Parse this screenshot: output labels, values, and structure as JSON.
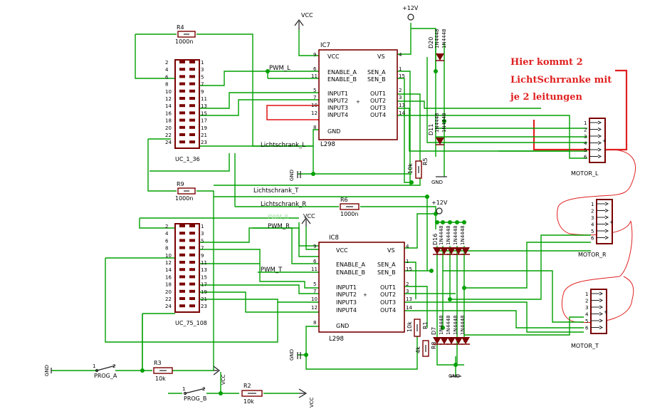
{
  "annotation": {
    "lines": [
      "Hier kommt 2",
      "LichtSchrranke mit",
      "je 2 leitungen"
    ]
  },
  "ics": {
    "ic7": {
      "ref": "IC7",
      "type": "L298",
      "pins_left": [
        {
          "num": "9",
          "name": "VCC"
        },
        {
          "num": "6",
          "name": "ENABLE_A"
        },
        {
          "num": "11",
          "name": "ENABLE_B"
        },
        {
          "num": "5",
          "name": "INPUT1"
        },
        {
          "num": "7",
          "name": "INPUT2"
        },
        {
          "num": "10",
          "name": "INPUT3"
        },
        {
          "num": "12",
          "name": "INPUT4"
        },
        {
          "num": "8",
          "name": "GND"
        }
      ],
      "pins_right": [
        {
          "num": "4",
          "name": "VS"
        },
        {
          "num": "1",
          "name": "SEN_A"
        },
        {
          "num": "15",
          "name": "SEN_B"
        },
        {
          "num": "2",
          "name": "OUT1"
        },
        {
          "num": "3",
          "name": "OUT2"
        },
        {
          "num": "13",
          "name": "OUT3"
        },
        {
          "num": "14",
          "name": "OUT4"
        }
      ]
    },
    "ic8": {
      "ref": "IC8",
      "type": "L298",
      "pins_left": [
        {
          "num": "9",
          "name": "VCC"
        },
        {
          "num": "6",
          "name": "ENABLE_A"
        },
        {
          "num": "11",
          "name": "ENABLE_B"
        },
        {
          "num": "5",
          "name": "INPUT1"
        },
        {
          "num": "7",
          "name": "INPUT2"
        },
        {
          "num": "10",
          "name": "INPUT3"
        },
        {
          "num": "12",
          "name": "INPUT4"
        },
        {
          "num": "8",
          "name": "GND"
        }
      ],
      "pins_right": [
        {
          "num": "4",
          "name": "VS"
        },
        {
          "num": "1",
          "name": "SEN_A"
        },
        {
          "num": "15",
          "name": "SEN_B"
        },
        {
          "num": "2",
          "name": "OUT1"
        },
        {
          "num": "3",
          "name": "OUT2"
        },
        {
          "num": "13",
          "name": "OUT3"
        },
        {
          "num": "14",
          "name": "OUT4"
        }
      ]
    }
  },
  "connectors": {
    "uc1": {
      "name": "UC_1_36",
      "left_pins": [
        "2",
        "4",
        "6",
        "8",
        "10",
        "12",
        "14",
        "16",
        "18",
        "20",
        "22",
        "24"
      ],
      "right_pins": [
        "1",
        "3",
        "5",
        "7",
        "9",
        "11",
        "13",
        "15",
        "17",
        "19",
        "21",
        "23"
      ]
    },
    "uc2": {
      "name": "UC_75_108",
      "left_pins": [
        "2",
        "4",
        "6",
        "8",
        "10",
        "12",
        "14",
        "16",
        "18",
        "20",
        "22",
        "24"
      ],
      "right_pins": [
        "1",
        "3",
        "5",
        "7",
        "9",
        "11",
        "13",
        "15",
        "17",
        "19",
        "21",
        "23"
      ]
    },
    "motors": [
      {
        "name": "MOTOR_L",
        "pins": [
          "1",
          "2",
          "3",
          "4",
          "5",
          "6"
        ]
      },
      {
        "name": "MOTOR_R",
        "pins": [
          "1",
          "2",
          "3",
          "4",
          "5",
          "6"
        ]
      },
      {
        "name": "MOTOR_T",
        "pins": [
          "1",
          "2",
          "3",
          "4",
          "5",
          "6"
        ]
      }
    ]
  },
  "resistors": {
    "r4": {
      "ref": "R4",
      "value": "1000n"
    },
    "r9": {
      "ref": "R9",
      "value": "1000n"
    },
    "r6": {
      "ref": "R6",
      "value": "1000n"
    },
    "r5": {
      "ref": "R5",
      "value": "10k"
    },
    "r1": {
      "ref": "R1",
      "value": "10k"
    },
    "r8": {
      "ref": "R8",
      "value": "4k"
    },
    "r3": {
      "ref": "R3",
      "value": "10k"
    },
    "r2": {
      "ref": "R2",
      "value": "10k"
    }
  },
  "diodes": {
    "part": "1N4448",
    "upper_refs": [
      "D20",
      "D11"
    ],
    "lower_refs": [
      "D16",
      "D7"
    ]
  },
  "power": {
    "vcc": "VCC",
    "v12": "+12V",
    "gnd": "GND"
  },
  "switches": {
    "prog_a": {
      "label": "PROG_A",
      "pin1": "1",
      "pin2": "2"
    },
    "prog_b": {
      "label": "PROG_B",
      "pin1": "1",
      "pin2": "2"
    }
  },
  "nets": {
    "pwm_l": "PWM_L",
    "pwm_r": "PWM_R",
    "pwm_t": "PWM_T",
    "lichtschrank_l": "Lichtschrank_L",
    "lichtschrank_t": "Lichtschrank_T",
    "lichtschrank_r": "Lichtschrank_R"
  }
}
